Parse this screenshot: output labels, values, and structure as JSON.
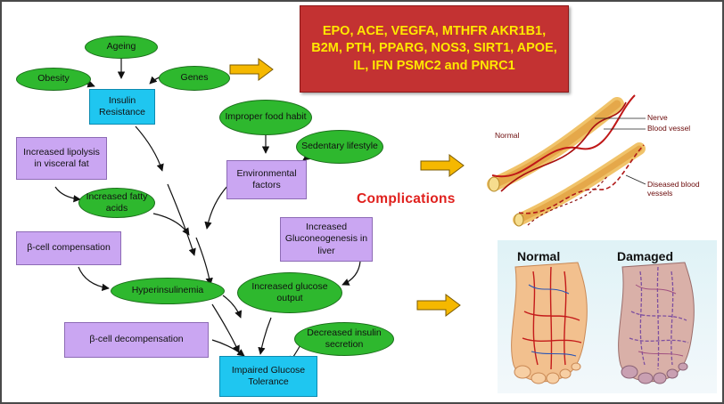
{
  "nodes": {
    "ageing": "Ageing",
    "obesity": "Obesity",
    "genes": "Genes",
    "insulin_resistance": "Insulin Resistance",
    "improper_food": "Improper food habit",
    "sedentary": "Sedentary lifestyle",
    "environmental": "Environmental factors",
    "lipolysis": "Increased lipolysis in visceral fat",
    "fatty_acids": "Increased fatty acids",
    "beta_comp": "β-cell compensation",
    "gluconeogenesis": "Increased Gluconeogenesis in liver",
    "hyperinsulinemia": "Hyperinsulinemia",
    "glucose_output": "Increased glucose output",
    "beta_decomp": "β-cell decompensation",
    "insulin_secretion": "Decreased insulin secretion",
    "impaired_glucose": "Impaired Glucose Tolerance"
  },
  "gene_box": {
    "text": "EPO, ACE,  VEGFA, MTHFR AKR1B1, B2M,  PTH, PPARG, NOS3, SIRT1, APOE, IL, IFN PSMC2 and PNRC1"
  },
  "complications_label": "Complications",
  "vessel_labels": {
    "normal": "Normal",
    "nerve": "Nerve",
    "blood_vessel": "Blood vessel",
    "diseased": "Diseased blood vessels"
  },
  "feet_labels": {
    "normal": "Normal",
    "damaged": "Damaged"
  },
  "colors": {
    "ellipse_fill": "#2eb82e",
    "box_fill": "#caa6f2",
    "key_box_fill": "#1fc6f0",
    "gene_box_fill": "#c33232",
    "gene_text": "#ffe800",
    "accent_arrow": "#f5b800",
    "complications_text": "#e0201d"
  }
}
